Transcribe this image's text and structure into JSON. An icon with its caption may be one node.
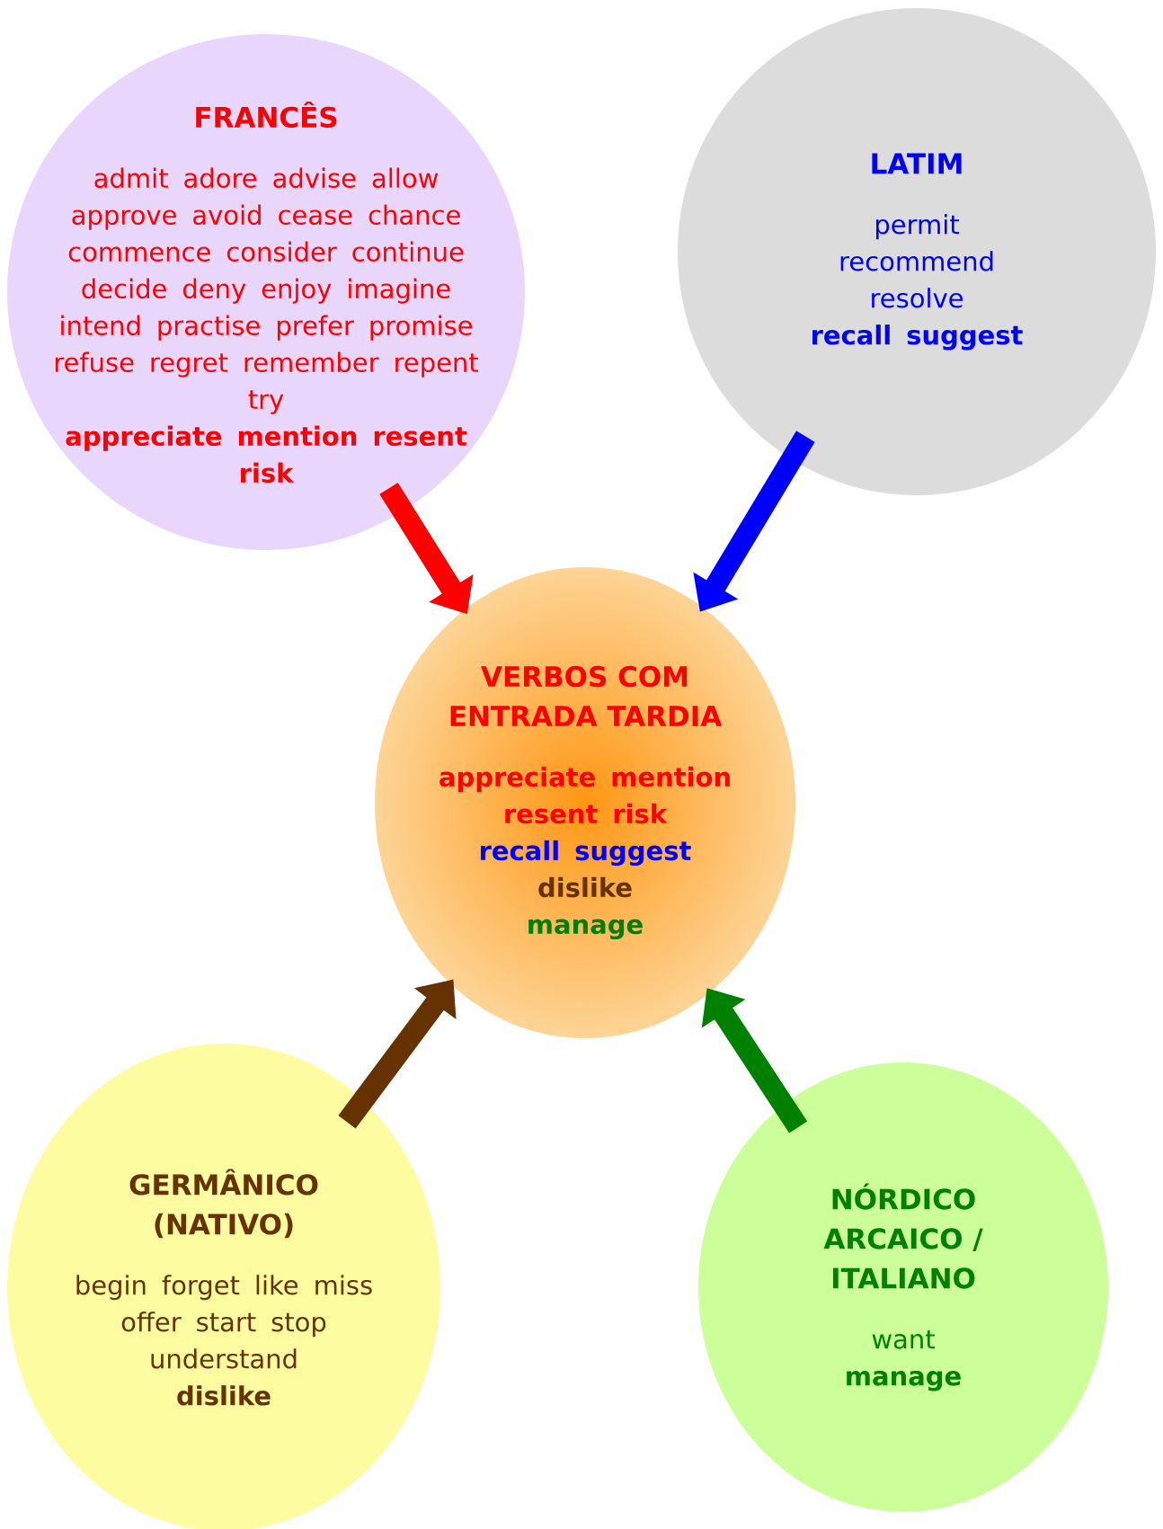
{
  "diagram": {
    "nodes": [
      {
        "text": [
          "FRANCÊS",
          "admit adore advise allow approve avoid cease chance commence consider continue decide deny enjoy imagine intend practise prefer promise refuse regret remember repent try",
          "appreciate mention resent risk"
        ]
      },
      {
        "text": [
          "LATIM",
          "permit recommend resolve",
          "recall suggest"
        ]
      },
      {
        "text": [
          "VERBOS COM ENTRADA TARDIA",
          "appreciate mention resent risk",
          "recall suggest",
          "dislike",
          "manage"
        ]
      },
      {
        "text": [
          "GERMÂNICO (NATIVO)",
          "begin forget like miss offer start stop understand",
          "dislike"
        ]
      },
      {
        "text": [
          "NÓRDICO ARCAICO / ITALIANO",
          "want",
          "manage"
        ]
      }
    ],
    "edges": [
      {
        "from": 0,
        "to": 2,
        "arrow": "to",
        "color": "#ff0000"
      },
      {
        "from": 1,
        "to": 2,
        "arrow": "to",
        "color": "#0000ff"
      },
      {
        "from": 3,
        "to": 2,
        "arrow": "to",
        "color": "#663300"
      },
      {
        "from": 4,
        "to": 2,
        "arrow": "to",
        "color": "#008000"
      }
    ]
  }
}
